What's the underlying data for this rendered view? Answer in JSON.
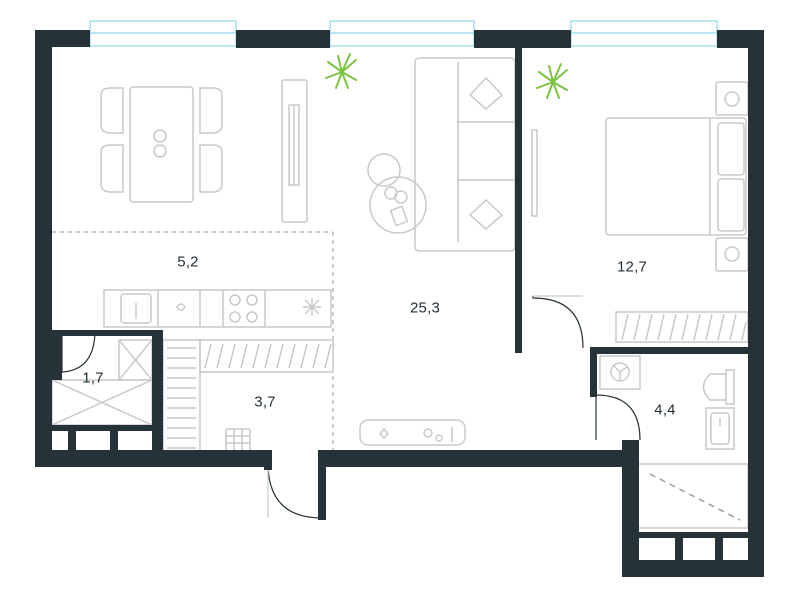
{
  "colors": {
    "wall": "#253339",
    "furniture": "#c9c9c9",
    "window": "#8fd7e6",
    "plant": "#7cc242",
    "dashed": "#9a9a9a"
  },
  "rooms": {
    "kitchen": {
      "area": "5,2"
    },
    "living": {
      "area": "25,3"
    },
    "bedroom": {
      "area": "12,7"
    },
    "wardrobe": {
      "area": "1,7"
    },
    "hallway": {
      "area": "3,7"
    },
    "bathroom": {
      "area": "4,4"
    }
  }
}
